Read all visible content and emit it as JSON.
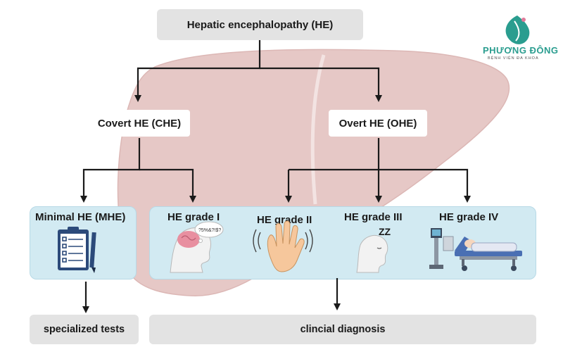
{
  "title": "Hepatic encephalopathy (HE)",
  "branches": {
    "covert": "Covert HE (CHE)",
    "overt": "Overt HE (OHE)"
  },
  "grades": {
    "mhe": "Minimal HE (MHE)",
    "g1": "HE grade I",
    "g2": "HE grade II",
    "g3": "HE grade III",
    "g4": "HE grade IV"
  },
  "thought_bubble": "?5%&?!$?",
  "sleep_text": "ZZ",
  "outcomes": {
    "tests": "specialized tests",
    "diagnosis": "clincial diagnosis"
  },
  "logo": {
    "name": "PHƯƠNG ĐÔNG",
    "sub": "BỆNH VIỆN ĐA KHOA"
  },
  "colors": {
    "liver": "#e6c8c6",
    "panel": "#d2eaf2",
    "box": "#e3e3e3",
    "logo": "#2a9d8f"
  }
}
